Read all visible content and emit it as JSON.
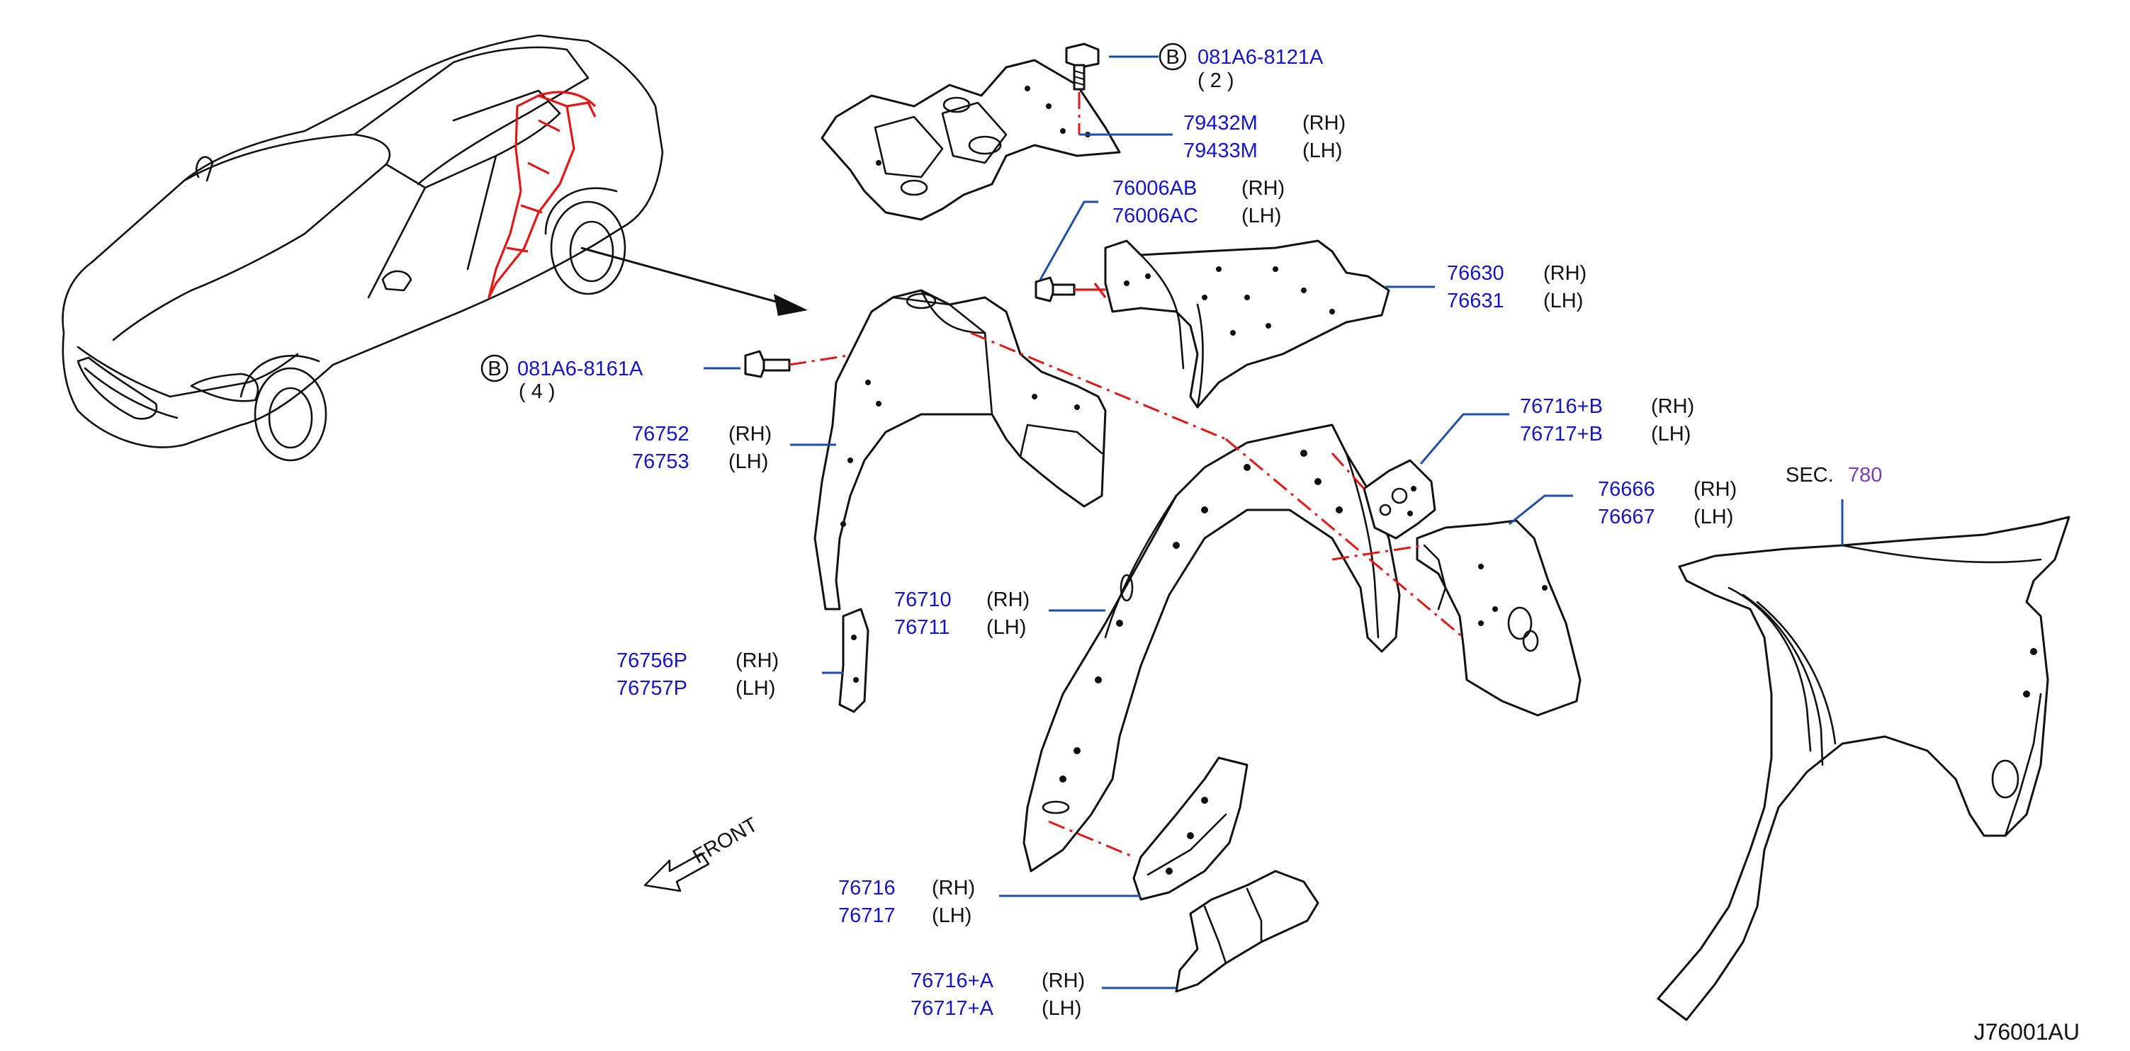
{
  "diagram_code": "J76001AU",
  "front_label": "FRONT",
  "section": {
    "prefix": "SEC.",
    "number": "780"
  },
  "colors": {
    "part_number": "#1515c8",
    "leader": "#1d4fa8",
    "highlight": "#e01818",
    "section": "#7a3fb8"
  },
  "bolts": [
    {
      "badge": "B",
      "part": "081A6-8121A",
      "qty": "( 2 )"
    },
    {
      "badge": "B",
      "part": "081A6-8161A",
      "qty": "( 4 )"
    }
  ],
  "callouts": [
    {
      "rh": "79432M",
      "lh": "79433M",
      "rh_side": "(RH)",
      "lh_side": "(LH)"
    },
    {
      "rh": "76006AB",
      "lh": "76006AC",
      "rh_side": "(RH)",
      "lh_side": "(LH)"
    },
    {
      "rh": "76630",
      "lh": "76631",
      "rh_side": "(RH)",
      "lh_side": "(LH)"
    },
    {
      "rh": "76716+B",
      "lh": "76717+B",
      "rh_side": "(RH)",
      "lh_side": "(LH)"
    },
    {
      "rh": "76666",
      "lh": "76667",
      "rh_side": "(RH)",
      "lh_side": "(LH)"
    },
    {
      "rh": "76752",
      "lh": "76753",
      "rh_side": "(RH)",
      "lh_side": "(LH)"
    },
    {
      "rh": "76710",
      "lh": "76711",
      "rh_side": "(RH)",
      "lh_side": "(LH)"
    },
    {
      "rh": "76756P",
      "lh": "76757P",
      "rh_side": "(RH)",
      "lh_side": "(LH)"
    },
    {
      "rh": "76716",
      "lh": "76717",
      "rh_side": "(RH)",
      "lh_side": "(LH)"
    },
    {
      "rh": "76716+A",
      "lh": "76717+A",
      "rh_side": "(RH)",
      "lh_side": "(LH)"
    }
  ]
}
